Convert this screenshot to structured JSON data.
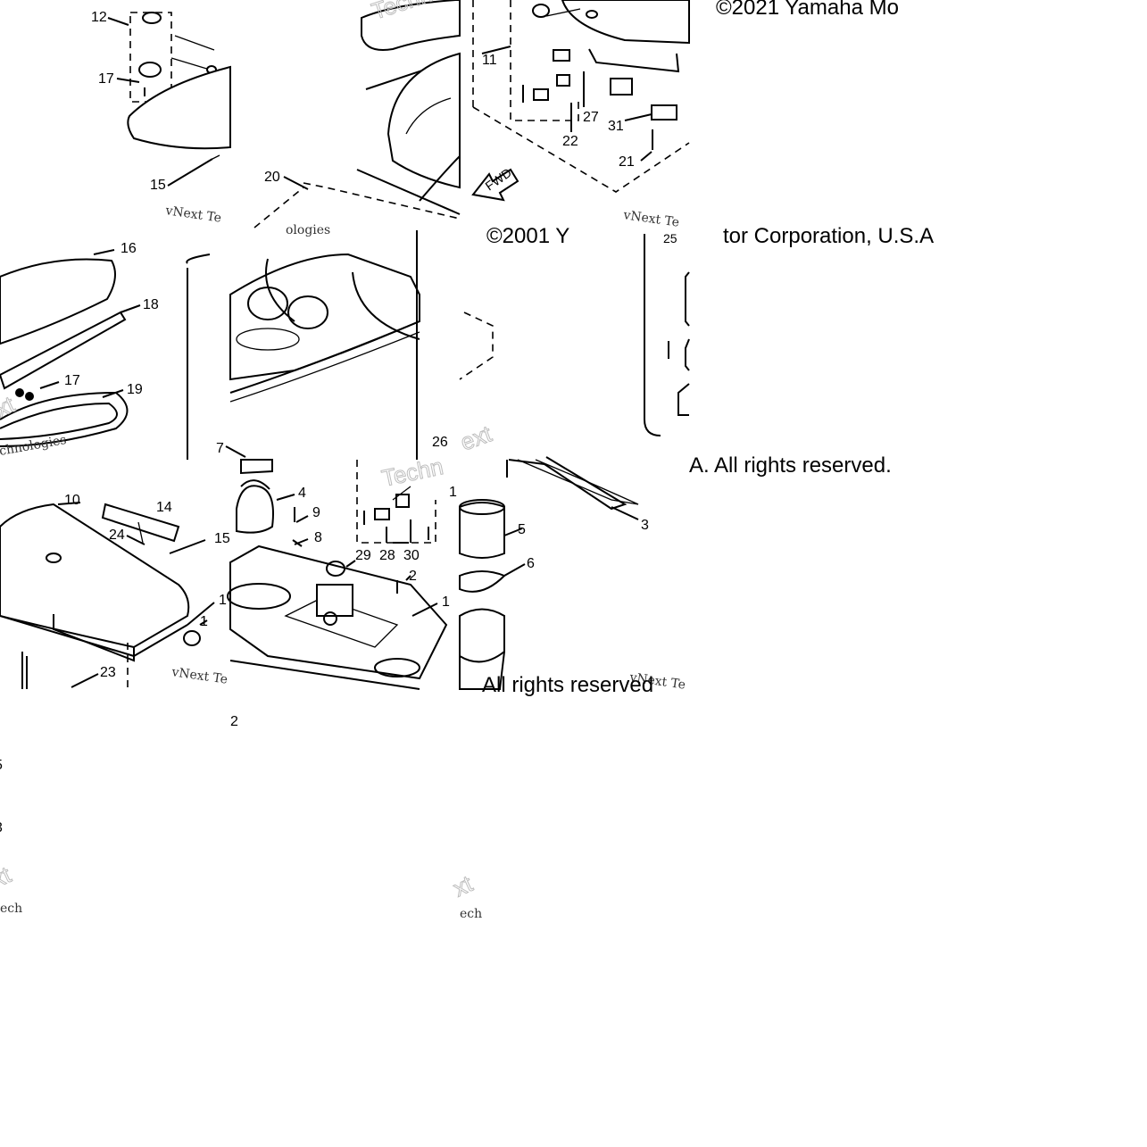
{
  "copyright": {
    "line1": "©2021 Yamaha Mo",
    "line2": "©2001 Y",
    "line3": "tor Corporation, U.S.A",
    "line4": "A. All rights reserved.",
    "line5": "All rights reserved"
  },
  "watermarks": {
    "vnext": "vNext Te",
    "technologies": "Technologies",
    "tech_short": "Techn",
    "chnologies": "chnologies",
    "xt": "xt",
    "ext": "ext",
    "ech": "ech",
    "ologies": "ologies"
  },
  "fwd_arrow": "FWD",
  "callouts": {
    "c1": "1",
    "c2": "2",
    "c3": "3",
    "c4": "4",
    "c5": "5",
    "c6": "6",
    "c7": "7",
    "c8": "8",
    "c9": "9",
    "c10": "10",
    "c11": "11",
    "c12": "12",
    "c14": "14",
    "c15": "15",
    "c16": "16",
    "c17": "17",
    "c18": "18",
    "c19": "19",
    "c20": "20",
    "c21": "21",
    "c22": "22",
    "c23": "23",
    "c24": "24",
    "c25": "25",
    "c26": "26",
    "c27": "27",
    "c28": "28",
    "c29": "29",
    "c30": "30",
    "c31": "31"
  }
}
